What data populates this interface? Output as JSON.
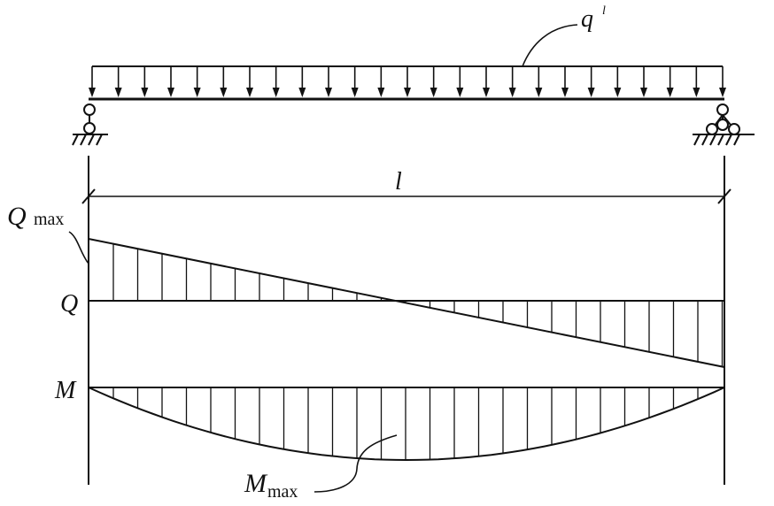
{
  "diagram": {
    "load_label": "q",
    "load_superscript": "l",
    "span_label": "l",
    "shear_max_main": "Q",
    "shear_max_sub": "max",
    "shear_axis_label": "Q",
    "moment_axis_label": "M",
    "moment_max_main": "M",
    "moment_max_sub": "max"
  }
}
